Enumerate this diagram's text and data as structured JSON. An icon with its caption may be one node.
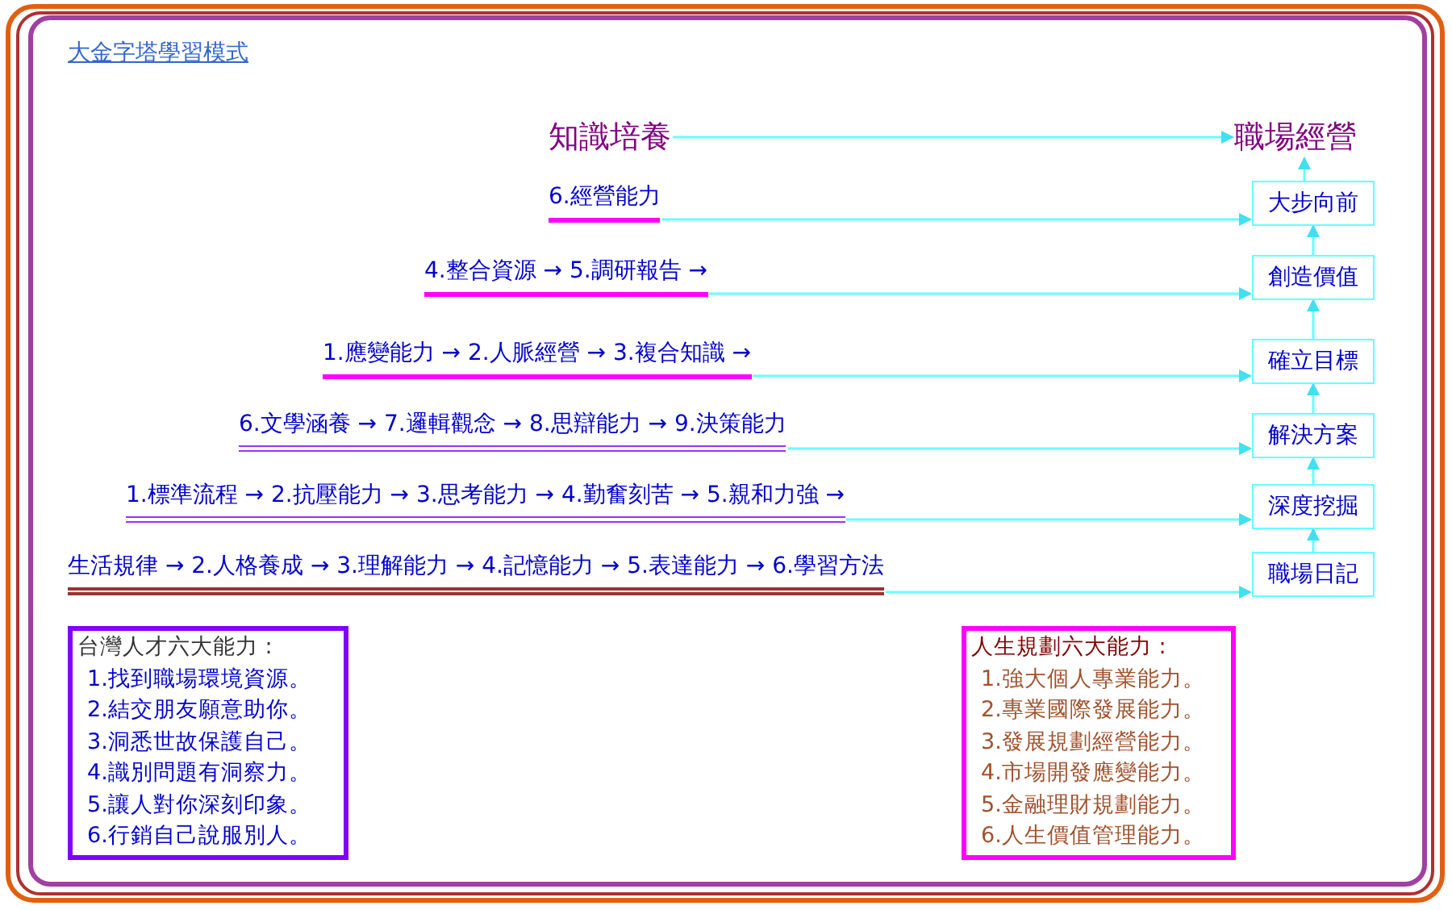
{
  "diagram": {
    "title": "大金字塔學習模式",
    "nodes": [
      {
        "text": [
          "知識培養"
        ]
      },
      {
        "text": [
          "職場經營"
        ]
      },
      {
        "text": [
          "大步向前"
        ]
      },
      {
        "text": [
          "創造價值"
        ]
      },
      {
        "text": [
          "確立目標"
        ]
      },
      {
        "text": [
          "解決方案"
        ]
      },
      {
        "text": [
          "深度挖掘"
        ]
      },
      {
        "text": [
          "職場日記"
        ]
      },
      {
        "text": [
          "6.經營能力"
        ]
      },
      {
        "text": [
          "4.整合資源 → 5.調研報告 →"
        ]
      },
      {
        "text": [
          "1.應變能力 → 2.人脈經營 → 3.複合知識 →"
        ]
      },
      {
        "text": [
          "6.文學涵養 → 7.邏輯觀念 → 8.思辯能力 → 9.決策能力"
        ]
      },
      {
        "text": [
          "1.標準流程 → 2.抗壓能力 → 3.思考能力 → 4.勤奮刻苦 → 5.親和力強 →"
        ]
      },
      {
        "text": [
          "生活規律 → 2.人格養成 → 3.理解能力 → 4.記憶能力 → 5.表達能力 → 6.學習方法"
        ]
      },
      {
        "text": [
          "台灣人才六大能力 :",
          "1.找到職場環境資源。",
          "2.結交朋友願意助你。",
          "3.洞悉世故保護自己。",
          "4.識別問題有洞察力。",
          "5.讓人對你深刻印象。",
          "6.行銷自己說服別人。"
        ]
      },
      {
        "text": [
          "人生規劃六大能力 :",
          "1.強大個人專業能力。",
          "2.專業國際發展能力。",
          "3.發展規劃經營能力。",
          "4.市場開發應變能力。",
          "5.金融理財規劃能力。",
          "6.人生價值管理能力。"
        ]
      }
    ],
    "edges": [
      {
        "from": 0,
        "to": 1,
        "arrow": "to"
      },
      {
        "from": 8,
        "to": 2,
        "arrow": "to"
      },
      {
        "from": 9,
        "to": 3,
        "arrow": "to"
      },
      {
        "from": 10,
        "to": 4,
        "arrow": "to"
      },
      {
        "from": 11,
        "to": 5,
        "arrow": "to"
      },
      {
        "from": 12,
        "to": 6,
        "arrow": "to"
      },
      {
        "from": 13,
        "to": 7,
        "arrow": "to"
      },
      {
        "from": 7,
        "to": 6,
        "arrow": "to"
      },
      {
        "from": 6,
        "to": 5,
        "arrow": "to"
      },
      {
        "from": 5,
        "to": 4,
        "arrow": "to"
      },
      {
        "from": 4,
        "to": 3,
        "arrow": "to"
      },
      {
        "from": 3,
        "to": 2,
        "arrow": "to"
      },
      {
        "from": 2,
        "to": 1,
        "arrow": "to"
      }
    ]
  }
}
